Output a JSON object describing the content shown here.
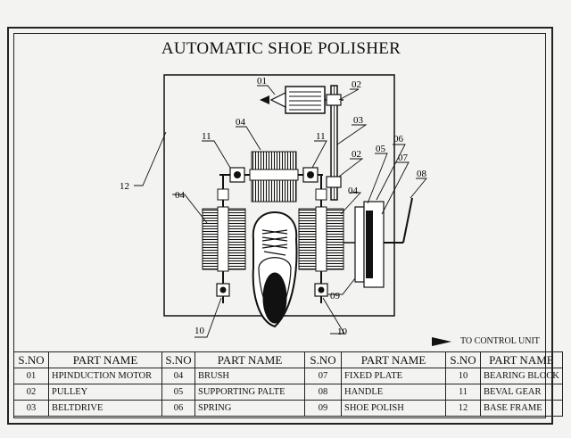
{
  "title": "AUTOMATIC SHOE POLISHER",
  "callouts": {
    "c01": "01",
    "c02a": "02",
    "c02b": "02",
    "c03": "03",
    "c04a": "04",
    "c04b": "04",
    "c04c": "04",
    "c05": "05",
    "c06": "06",
    "c07": "07",
    "c08": "08",
    "c09": "09",
    "c10a": "10",
    "c10b": "10",
    "c11a": "11",
    "c11b": "11",
    "c12": "12"
  },
  "control_unit_label": "TO CONTROL UNIT",
  "table": {
    "headers": [
      "S.NO",
      "PART NAME",
      "S.NO",
      "PART NAME",
      "S.NO",
      "PART NAME",
      "S.NO",
      "PART NAME"
    ],
    "rows": [
      [
        "01",
        "HPINDUCTION MOTOR",
        "04",
        "BRUSH",
        "07",
        "FIXED PLATE",
        "10",
        "BEARING BLOCK"
      ],
      [
        "02",
        "PULLEY",
        "05",
        "SUPPORTING PALTE",
        "08",
        "HANDLE",
        "11",
        "BEVAL GEAR"
      ],
      [
        "03",
        "BELTDRIVE",
        "06",
        "SPRING",
        "09",
        "SHOE POLISH",
        "12",
        "BASE FRAME"
      ]
    ]
  }
}
